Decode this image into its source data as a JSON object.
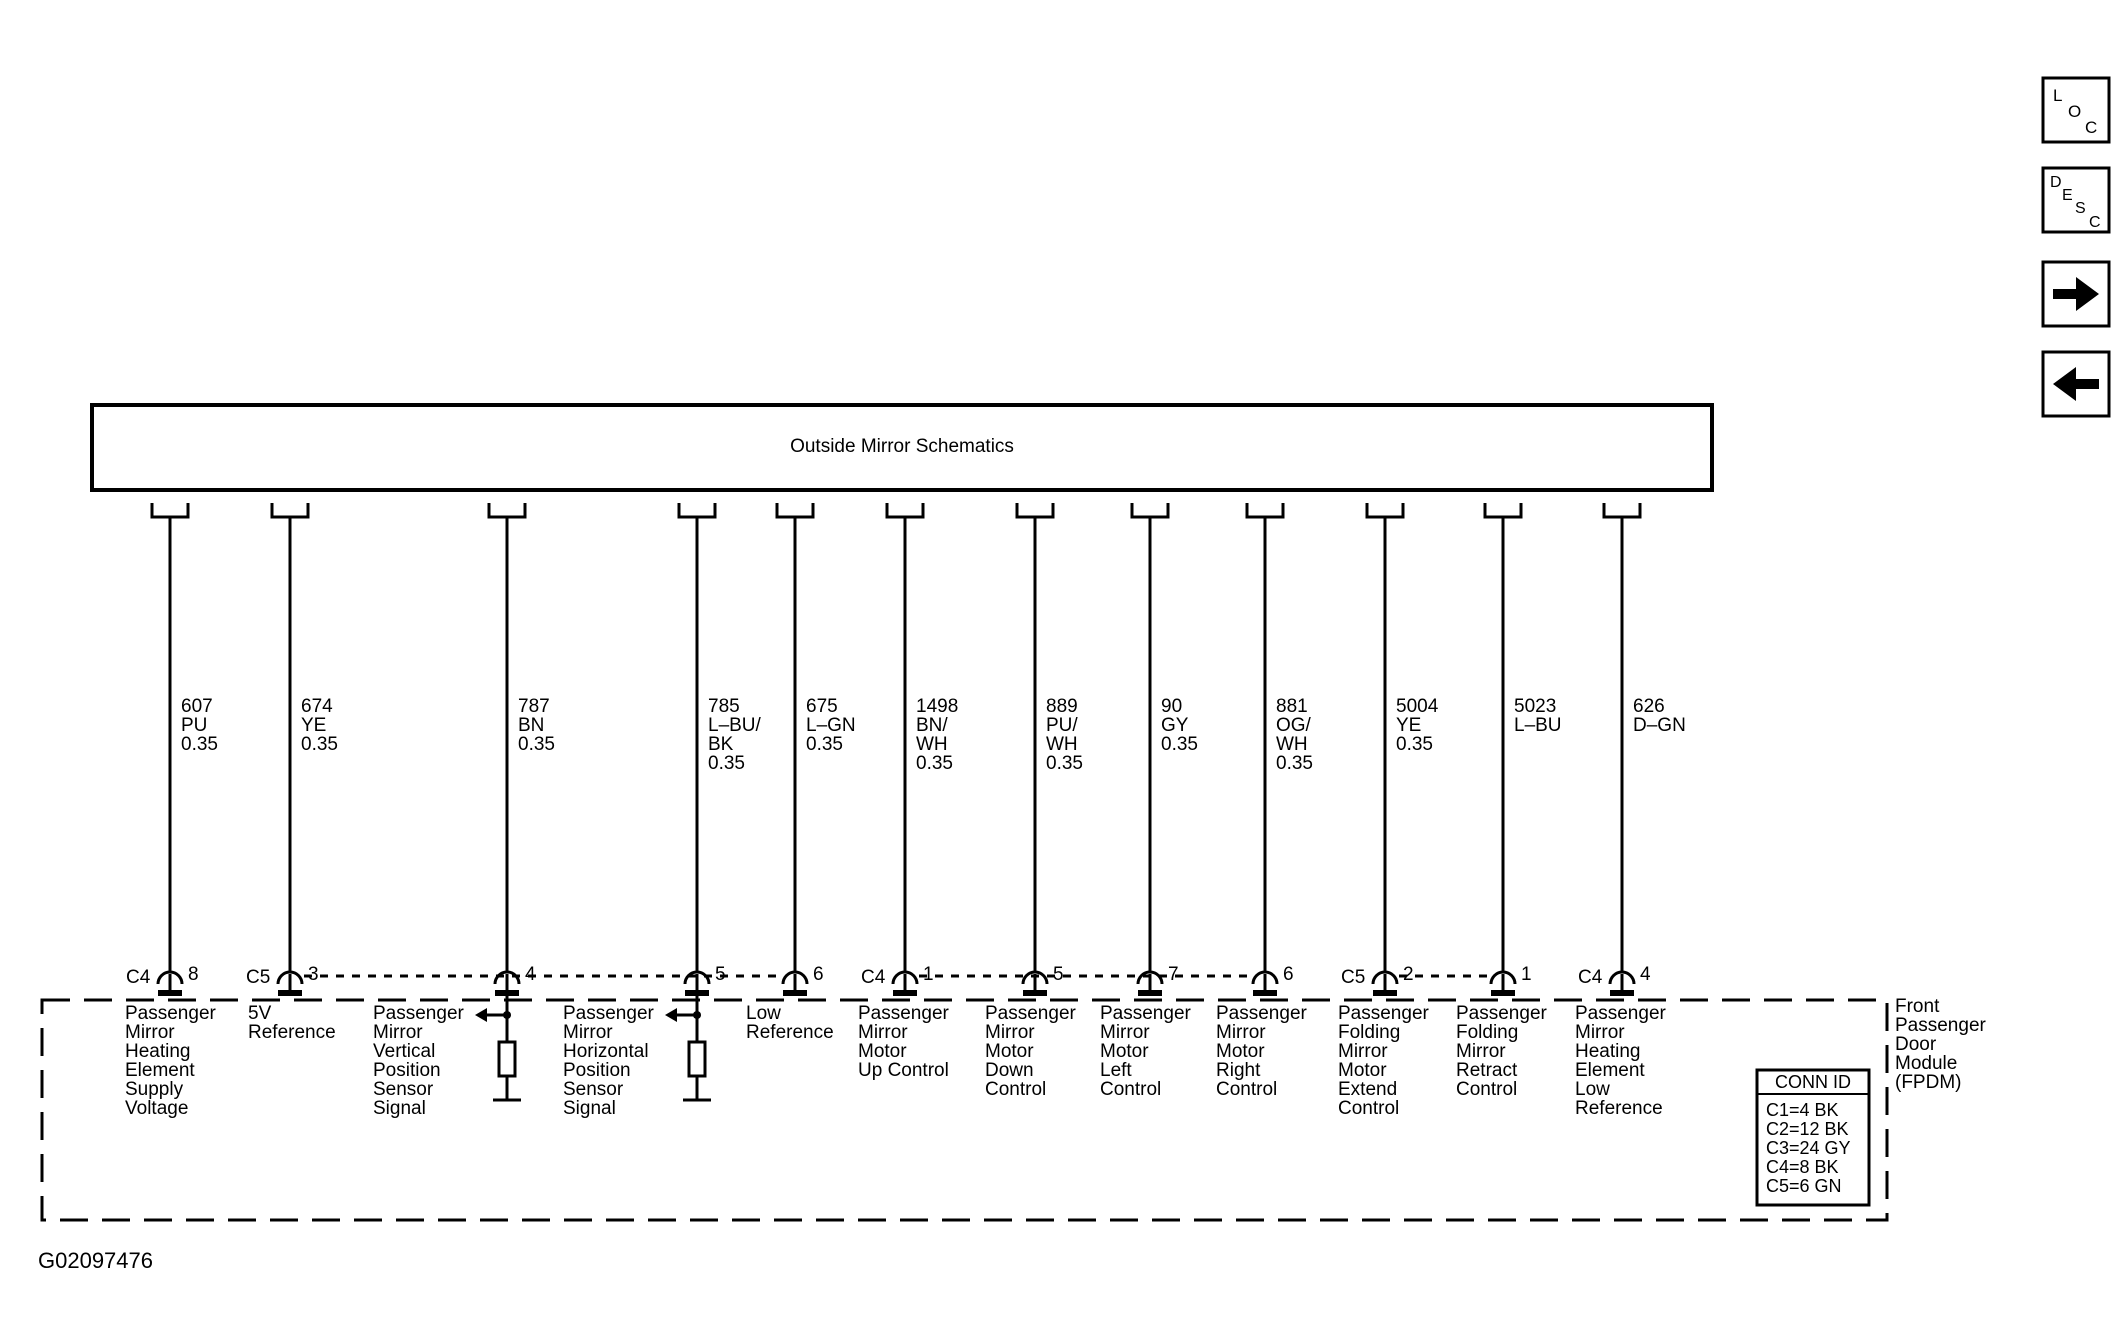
{
  "header_box": {
    "title": "Outside Mirror Schematics"
  },
  "nav": {
    "loc": [
      "L",
      "O",
      "C"
    ],
    "desc": [
      "D",
      "E",
      "S",
      "C"
    ]
  },
  "module": {
    "label": [
      "Front",
      "Passenger",
      "Door",
      "Module",
      "(FPDM)"
    ]
  },
  "conn_id": {
    "title": "CONN ID",
    "items": [
      "C1=4 BK",
      "C2=12 BK",
      "C3=24 GY",
      "C4=8 BK",
      "C5=6 GN"
    ]
  },
  "figure_id": "G02097476",
  "circuits": [
    {
      "wire": [
        "607",
        "PU",
        "0.35"
      ],
      "connector": "C4",
      "pin": "8",
      "function": [
        "Passenger",
        "Mirror",
        "Heating",
        "Element",
        "Supply",
        "Voltage"
      ]
    },
    {
      "wire": [
        "674",
        "YE",
        "0.35"
      ],
      "connector": "C5",
      "pin": "3",
      "function": [
        "5V",
        "Reference"
      ]
    },
    {
      "wire": [
        "787",
        "BN",
        "0.35"
      ],
      "connector": "",
      "pin": "4",
      "function": [
        "Passenger",
        "Mirror",
        "Vertical",
        "Position",
        "Sensor",
        "Signal"
      ]
    },
    {
      "wire": [
        "785",
        "L–BU/",
        "BK",
        "0.35"
      ],
      "connector": "",
      "pin": "5",
      "function": [
        "Passenger",
        "Mirror",
        "Horizontal",
        "Position",
        "Sensor",
        "Signal"
      ]
    },
    {
      "wire": [
        "675",
        "L–GN",
        "0.35"
      ],
      "connector": "",
      "pin": "6",
      "function": [
        "Low",
        "Reference"
      ]
    },
    {
      "wire": [
        "1498",
        "BN/",
        "WH",
        "0.35"
      ],
      "connector": "C4",
      "pin": "1",
      "function": [
        "Passenger",
        "Mirror",
        "Motor",
        "Up Control"
      ]
    },
    {
      "wire": [
        "889",
        "PU/",
        "WH",
        "0.35"
      ],
      "connector": "",
      "pin": "5",
      "function": [
        "Passenger",
        "Mirror",
        "Motor",
        "Down",
        "Control"
      ]
    },
    {
      "wire": [
        "90",
        "GY",
        "0.35"
      ],
      "connector": "",
      "pin": "7",
      "function": [
        "Passenger",
        "Mirror",
        "Motor",
        "Left",
        "Control"
      ]
    },
    {
      "wire": [
        "881",
        "OG/",
        "WH",
        "0.35"
      ],
      "connector": "",
      "pin": "6",
      "function": [
        "Passenger",
        "Mirror",
        "Motor",
        "Right",
        "Control"
      ]
    },
    {
      "wire": [
        "5004",
        "YE",
        "0.35"
      ],
      "connector": "C5",
      "pin": "2",
      "function": [
        "Passenger",
        "Folding",
        "Mirror",
        "Motor",
        "Extend",
        "Control"
      ]
    },
    {
      "wire": [
        "5023",
        "L–BU"
      ],
      "connector": "",
      "pin": "1",
      "function": [
        "Passenger",
        "Folding",
        "Mirror",
        "Retract",
        "Control"
      ]
    },
    {
      "wire": [
        "626",
        "D–GN"
      ],
      "connector": "C4",
      "pin": "4",
      "function": [
        "Passenger",
        "Mirror",
        "Heating",
        "Element",
        "Low",
        "Reference"
      ]
    }
  ]
}
